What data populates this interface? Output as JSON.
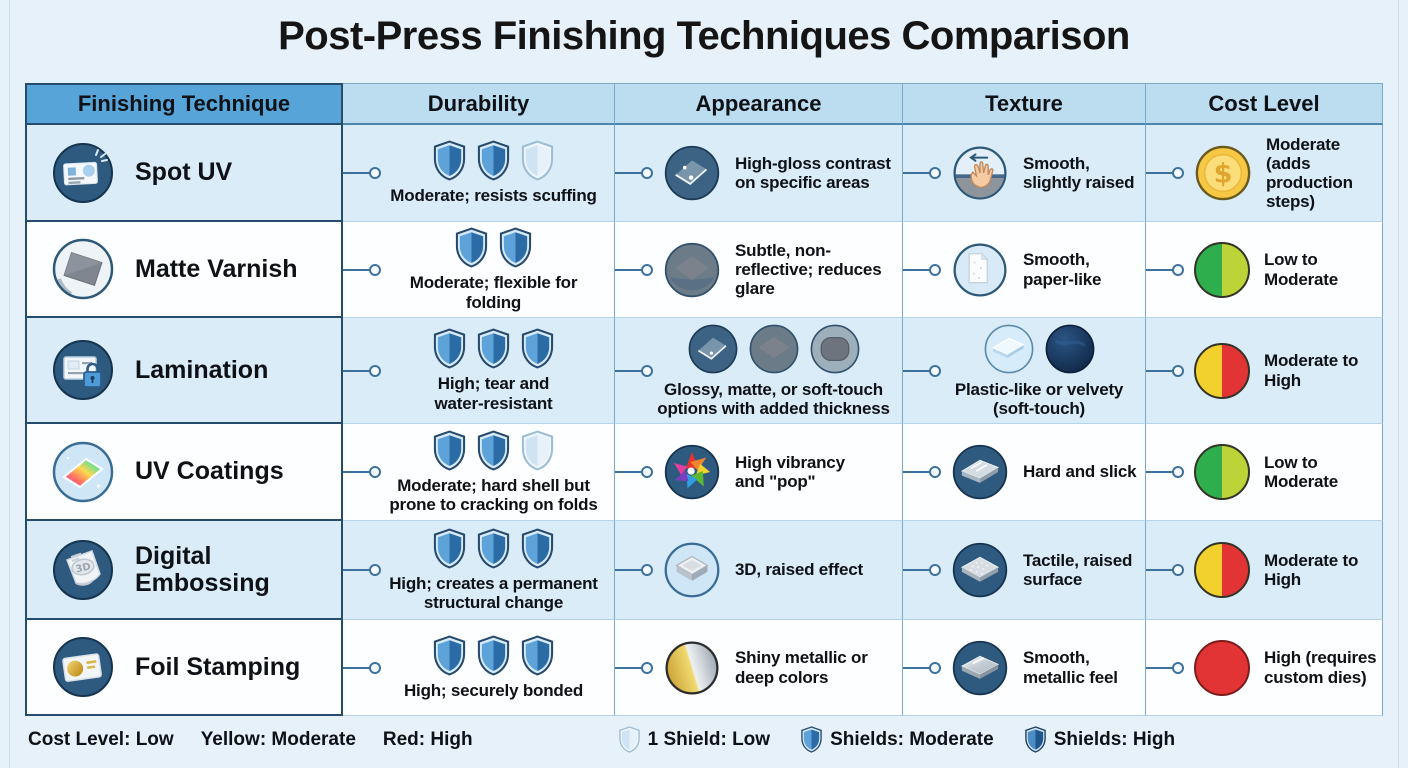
{
  "title": "Post-Press Finishing Techniques Comparison",
  "columns": [
    "Finishing Technique",
    "Durability",
    "Appearance",
    "Texture",
    "Cost Level"
  ],
  "rows": [
    {
      "technique": "Spot UV",
      "durability": {
        "shields": [
          "full",
          "full",
          "light"
        ],
        "text": "Moderate; resists scuffing"
      },
      "appearance": {
        "text": "High-gloss contrast on specific areas"
      },
      "texture": {
        "text": "Smooth, slightly raised"
      },
      "cost": {
        "level": "moderate",
        "text": "Moderate (adds production steps)"
      }
    },
    {
      "technique": "Matte Varnish",
      "durability": {
        "shields": [
          "full",
          "full"
        ],
        "text": "Moderate; flexible for folding"
      },
      "appearance": {
        "text": "Subtle, non-reflective; reduces glare"
      },
      "texture": {
        "text": "Smooth, paper-like"
      },
      "cost": {
        "level": "low-moderate",
        "text": "Low to Moderate"
      }
    },
    {
      "technique": "Lamination",
      "durability": {
        "shields": [
          "full",
          "full",
          "full"
        ],
        "text": "High; tear and water-resistant"
      },
      "appearance": {
        "text": "Glossy, matte, or soft-touch options with added thickness"
      },
      "texture": {
        "text": "Plastic-like or velvety (soft-touch)"
      },
      "cost": {
        "level": "moderate-high",
        "text": "Moderate to High"
      }
    },
    {
      "technique": "UV Coatings",
      "durability": {
        "shields": [
          "full",
          "full",
          "light"
        ],
        "text": "Moderate; hard shell but prone to cracking on folds"
      },
      "appearance": {
        "text": "High vibrancy and \"pop\""
      },
      "texture": {
        "text": "Hard and slick"
      },
      "cost": {
        "level": "low-moderate",
        "text": "Low to Moderate"
      }
    },
    {
      "technique": "Digital Embossing",
      "durability": {
        "shields": [
          "full",
          "full",
          "full"
        ],
        "text": "High; creates a permanent structural change"
      },
      "appearance": {
        "text": "3D, raised effect"
      },
      "texture": {
        "text": "Tactile, raised surface"
      },
      "cost": {
        "level": "moderate-high",
        "text": "Moderate to High"
      }
    },
    {
      "technique": "Foil Stamping",
      "durability": {
        "shields": [
          "full",
          "full",
          "full"
        ],
        "text": "High; securely bonded"
      },
      "appearance": {
        "text": "Shiny metallic or deep colors"
      },
      "texture": {
        "text": "Smooth, metallic feel"
      },
      "cost": {
        "level": "high",
        "text": "High (requires custom dies)"
      }
    }
  ],
  "legend": {
    "cost_low": "Cost Level: Low",
    "cost_moderate": "Yellow: Moderate",
    "cost_high": "Red: High",
    "shield_low": "1 Shield: Low",
    "shield_moderate": "Shields: Moderate",
    "shield_high": "Shields: High"
  },
  "colors": {
    "header_accent": "#57a5d8",
    "header_light": "#bcdcef",
    "row_tint": "#d9ecf8",
    "table_border": "#274b6d",
    "shield_blue": "#2b6ba6",
    "cost_green": "#2fae4e",
    "cost_yellow": "#f2d02e",
    "cost_red": "#e23434",
    "coin_gold": "#f6c844"
  }
}
